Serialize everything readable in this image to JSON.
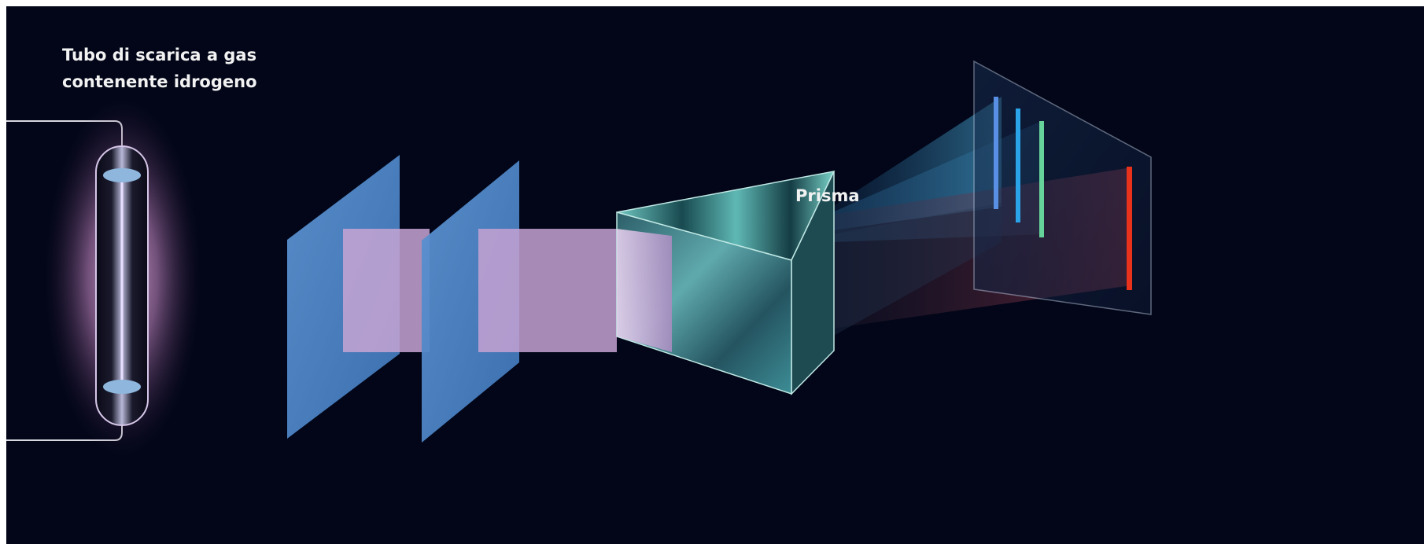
{
  "labels": {
    "tube_line1": "Tubo di scarica a gas",
    "tube_line2": "contenente idrogeno",
    "prism": "Prisma"
  },
  "colors": {
    "background": "#020618",
    "slit_plate": "#4f86c6",
    "light_beam": "#c9a3d6",
    "prism": "#5aa6b0",
    "emission_glow": "#e8b8e0"
  },
  "spectral_lines": [
    {
      "name": "violet-line",
      "color": "#5a8fe6"
    },
    {
      "name": "blue-line",
      "color": "#2aa3e8"
    },
    {
      "name": "cyan-line",
      "color": "#66d39a"
    },
    {
      "name": "red-line",
      "color": "#e8321c"
    }
  ]
}
